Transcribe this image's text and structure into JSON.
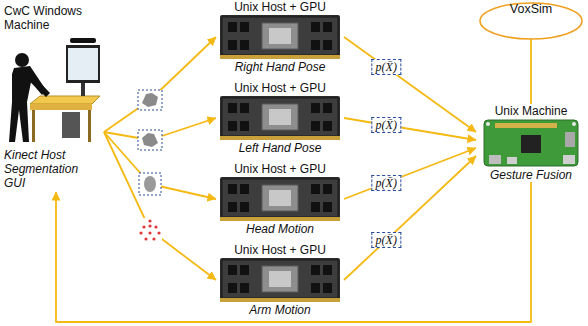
{
  "diagram": {
    "nodes": [
      {
        "text": [
          "CwC Windows Machine",
          "Kinect Host Segmentation GUI"
        ]
      },
      {
        "text": [
          "Unix Host + GPU",
          "Right Hand Pose"
        ]
      },
      {
        "text": [
          "Unix Host + GPU",
          "Left Hand Pose"
        ]
      },
      {
        "text": [
          "Unix Host + GPU",
          "Head Motion"
        ]
      },
      {
        "text": [
          "Unix Host + GPU",
          "Arm Motion"
        ]
      },
      {
        "text": [
          "VoxSim"
        ]
      },
      {
        "text": [
          "Unix Machine",
          "Gesture Fusion"
        ]
      }
    ],
    "edges": [
      {
        "from": 0,
        "to": 1,
        "arrow": "to"
      },
      {
        "from": 0,
        "to": 2,
        "arrow": "to"
      },
      {
        "from": 0,
        "to": 3,
        "arrow": "to"
      },
      {
        "from": 0,
        "to": 4,
        "arrow": "to"
      },
      {
        "from": 1,
        "to": 6,
        "arrow": "to",
        "label": "p(X̄)"
      },
      {
        "from": 2,
        "to": 6,
        "arrow": "to",
        "label": "p(X̄)"
      },
      {
        "from": 3,
        "to": 6,
        "arrow": "to",
        "label": "p(X̄)"
      },
      {
        "from": 4,
        "to": 6,
        "arrow": "to",
        "label": "p(X̄)"
      },
      {
        "from": 6,
        "to": 5,
        "arrow": "to"
      },
      {
        "from": 6,
        "to": 0,
        "arrow": "to"
      }
    ]
  }
}
